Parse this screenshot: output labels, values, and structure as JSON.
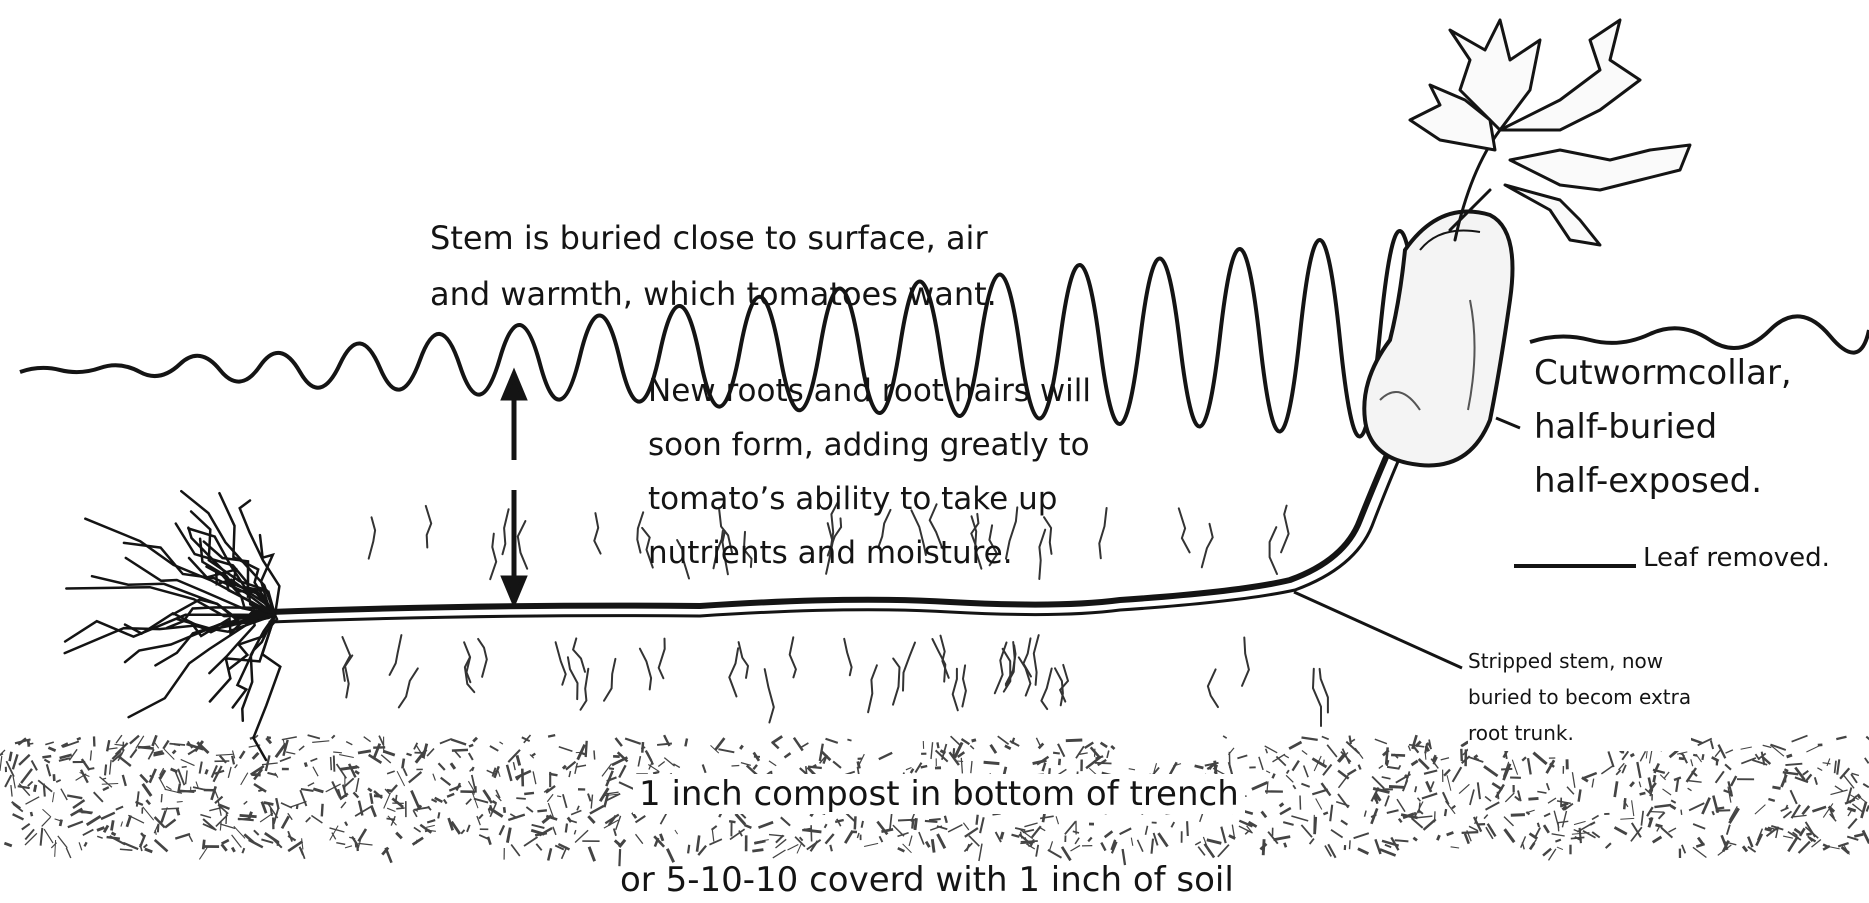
{
  "labels": {
    "stem_buried": [
      "Stem is buried close to surface, air",
      "and warmth, which tomatoes want."
    ],
    "new_roots": [
      "New roots and root hairs will",
      "soon form, adding greatly to",
      "tomato’s ability to take up",
      "nutrients and moisture."
    ],
    "collar": [
      "Cutwormcollar,",
      "half-buried",
      "half-exposed."
    ],
    "leaf_removed": "Leaf removed.",
    "stripped_stem": [
      "Stripped stem, now",
      "buried to becom extra",
      "root trunk."
    ],
    "compost_line1": "1 inch compost in bottom of trench",
    "compost_line2": "or 5-10-10 coverd with 1 inch of soil"
  },
  "colors": {
    "ink": "#141414",
    "background": "#ffffff",
    "compost": "#444444"
  }
}
